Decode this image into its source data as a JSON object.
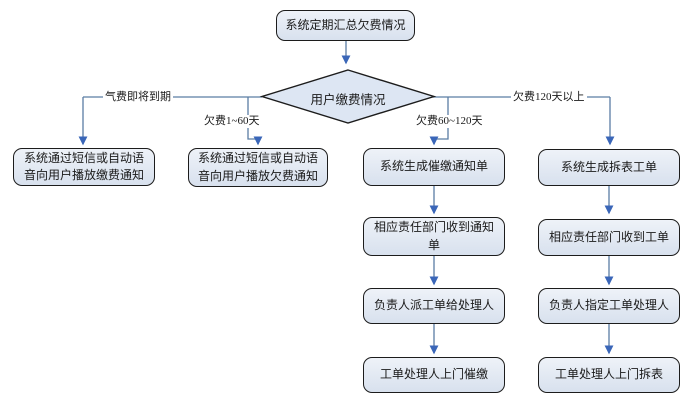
{
  "flow": {
    "title_semantic": "欠费处理流程",
    "start": {
      "label": "系统定期汇总欠费情况"
    },
    "decision": {
      "label": "用户缴费情况"
    },
    "branches": [
      {
        "condition": "气费即将到期",
        "steps": [
          "系统通过短信或自动语音向用户播放缴费通知"
        ]
      },
      {
        "condition": "欠费1~60天",
        "steps": [
          "系统通过短信或自动语音向用户播放欠费通知"
        ]
      },
      {
        "condition": "欠费60~120天",
        "steps": [
          "系统生成催缴通知单",
          "相应责任部门收到通知单",
          "负责人派工单给处理人",
          "工单处理人上门催缴"
        ]
      },
      {
        "condition": "欠费120天以上",
        "steps": [
          "系统生成拆表工单",
          "相应责任部门收到工单",
          "负责人指定工单处理人",
          "工单处理人上门拆表"
        ]
      }
    ]
  },
  "style": {
    "node_fill_top": "#eef2f8",
    "node_fill_bottom": "#d8e1ee",
    "node_border": "#1c1c1c",
    "connector_color": "#5b7da3",
    "arrow_color": "#3a66b8",
    "diamond_fill": "#dde6f3",
    "text_color": "#1a1a1a",
    "background": "#ffffff"
  }
}
